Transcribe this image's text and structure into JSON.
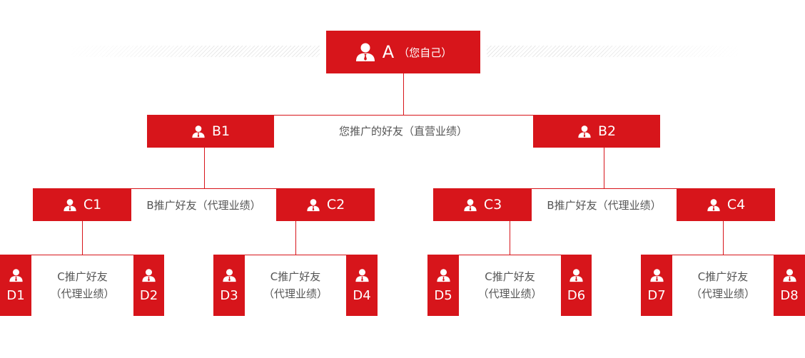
{
  "accent": "#d7151b",
  "root": {
    "label": "A",
    "sub": "（您自己）",
    "icon": "person-icon"
  },
  "level1": [
    {
      "label": "B1",
      "icon": "person-icon"
    },
    {
      "label": "B2",
      "icon": "person-icon"
    }
  ],
  "level1_note": "您推广的好友（直营业绩）",
  "level2": [
    {
      "label": "C1",
      "icon": "person-icon"
    },
    {
      "label": "C2",
      "icon": "person-icon"
    },
    {
      "label": "C3",
      "icon": "person-icon"
    },
    {
      "label": "C4",
      "icon": "person-icon"
    }
  ],
  "level2_notes": [
    "B推广好友（代理业绩）",
    "B推广好友（代理业绩）"
  ],
  "level3": [
    {
      "label": "D1",
      "icon": "person-icon"
    },
    {
      "label": "D2",
      "icon": "person-icon"
    },
    {
      "label": "D3",
      "icon": "person-icon"
    },
    {
      "label": "D4",
      "icon": "person-icon"
    },
    {
      "label": "D5",
      "icon": "person-icon"
    },
    {
      "label": "D6",
      "icon": "person-icon"
    },
    {
      "label": "D7",
      "icon": "person-icon"
    },
    {
      "label": "D8",
      "icon": "person-icon"
    }
  ],
  "level3_notes": [
    {
      "line1": "C推广好友",
      "line2": "（代理业绩）"
    },
    {
      "line1": "C推广好友",
      "line2": "（代理业绩）"
    },
    {
      "line1": "C推广好友",
      "line2": "（代理业绩）"
    },
    {
      "line1": "C推广好友",
      "line2": "（代理业绩）"
    }
  ]
}
